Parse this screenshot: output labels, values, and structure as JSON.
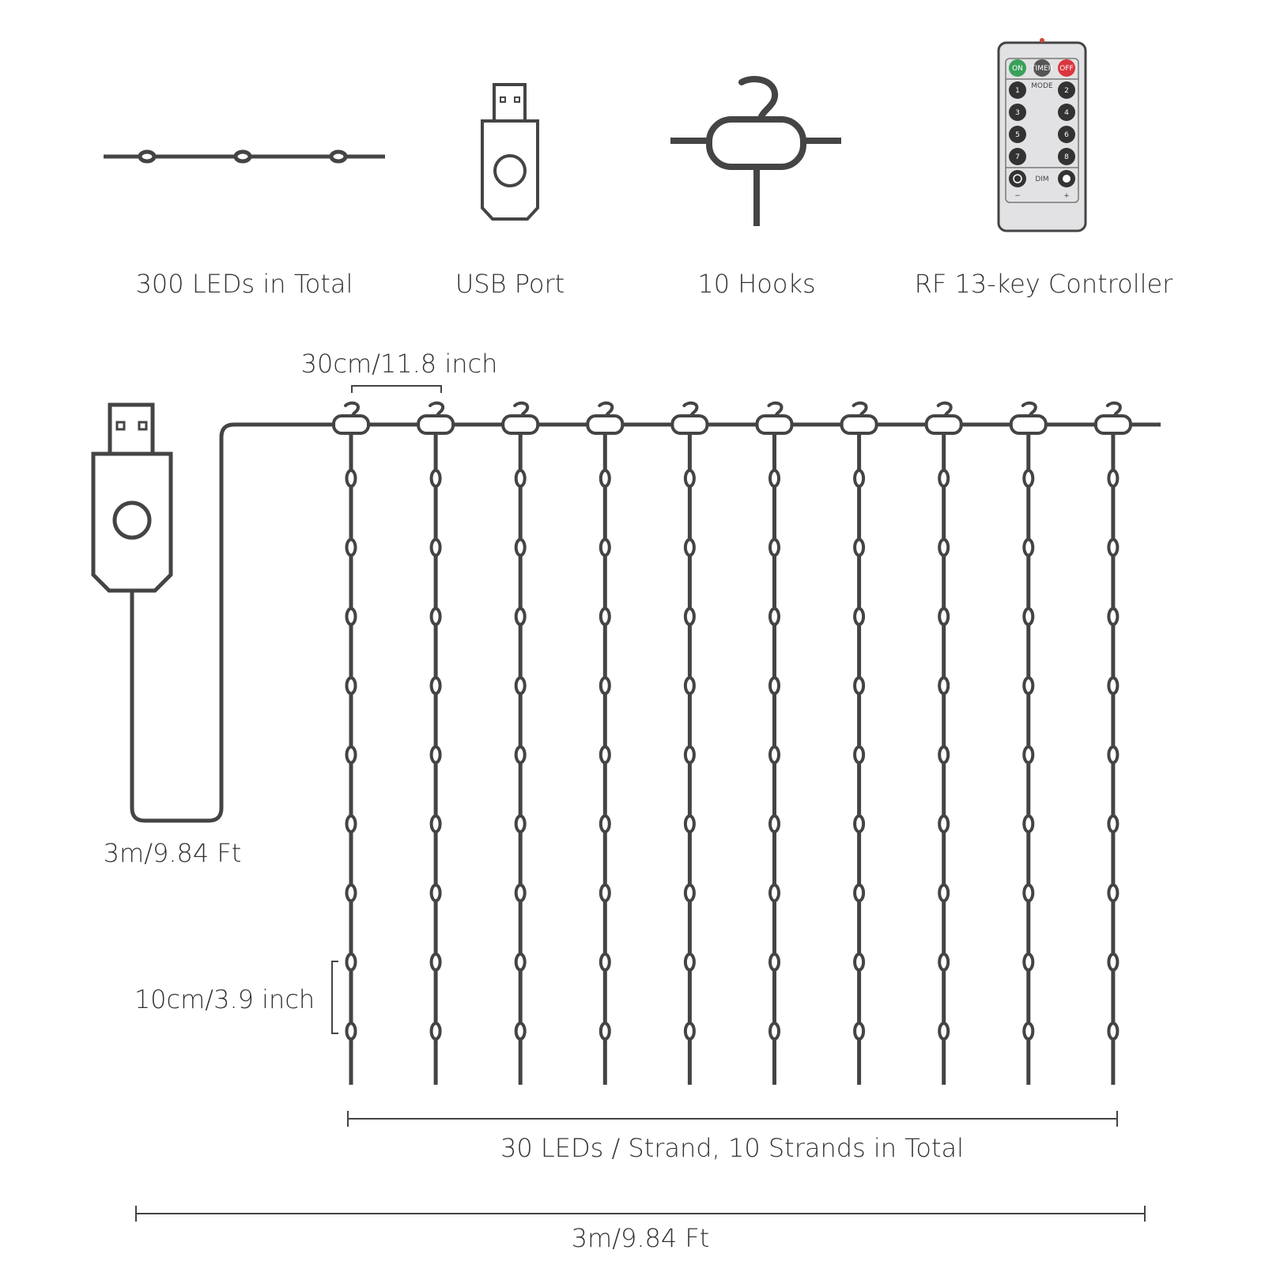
{
  "features": {
    "leds_label": "300 LEDs in Total",
    "usb_label": "USB Port",
    "hooks_label": "10 Hooks",
    "controller_label": "RF 13-key Controller"
  },
  "remote": {
    "on": "ON",
    "timer": "TIMER",
    "off": "OFF",
    "mode": "MODE",
    "keys": [
      "1",
      "2",
      "3",
      "4",
      "5",
      "6",
      "7",
      "8"
    ],
    "dim": "DIM",
    "minus": "−",
    "plus": "+"
  },
  "dimensions": {
    "hook_spacing": "30cm/11.8 inch",
    "lead_cable": "3m/9.84 Ft",
    "led_spacing": "10cm/3.9 inch",
    "strands": "30 LEDs / Strand, 10 Strands in Total",
    "total_width": "3m/9.84 Ft"
  },
  "curtain": {
    "strand_count": 10,
    "visible_leds_per_strand": 9
  },
  "colors": {
    "line": "#444444",
    "on_button": "#3aa05a",
    "off_button": "#d9363e",
    "timer_button": "#555555",
    "remote_body": "#e2e2e4"
  }
}
